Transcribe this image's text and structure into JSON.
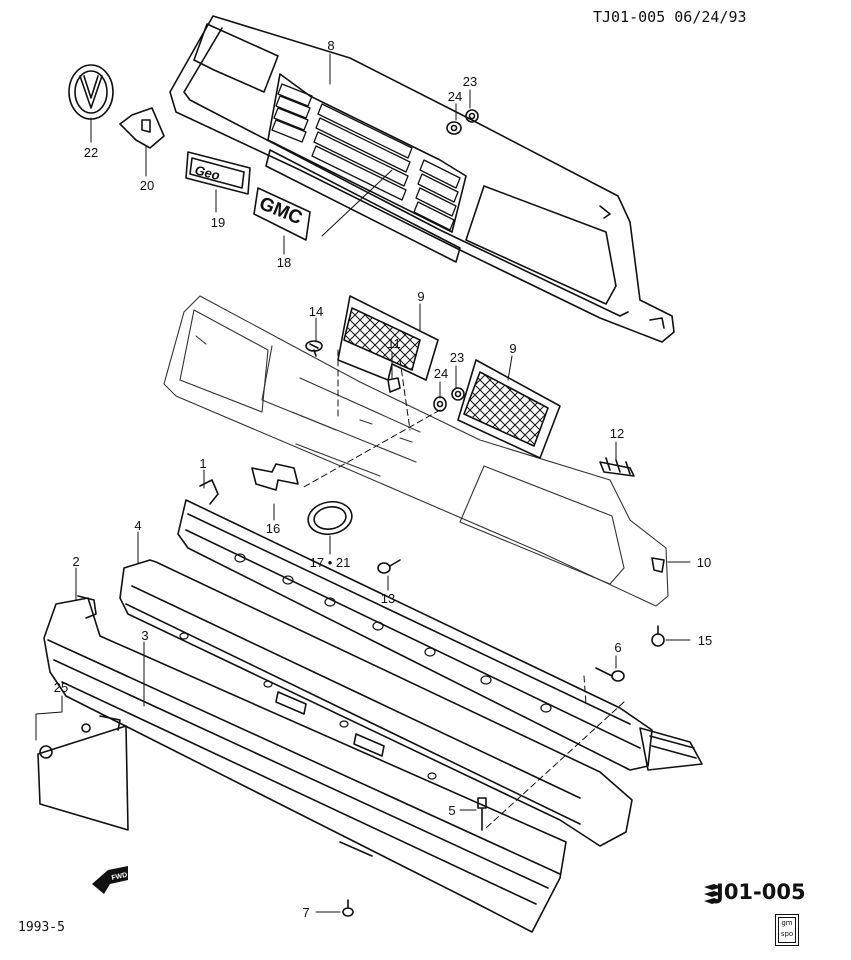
{
  "header": {
    "ref": "TJ01-005 06/24/93"
  },
  "footer": {
    "code": "J01-005",
    "year": "1993-5",
    "fwd": "FWD",
    "brand": [
      "gm",
      "spo"
    ]
  },
  "badges": {
    "geo_script": "Geo",
    "gmc": "GMC"
  },
  "callouts": [
    "1",
    "2",
    "3",
    "4",
    "5",
    "6",
    "7",
    "8",
    "9",
    "9",
    "10",
    "11",
    "12",
    "13",
    "14",
    "15",
    "16",
    "17 • 21",
    "18",
    "19",
    "20",
    "22",
    "23",
    "23",
    "24",
    "24",
    "25"
  ],
  "icons": [
    "suzuki-s-icon",
    "gm-spo-logo-icon",
    "fwd-arrow-icon"
  ],
  "colors": {
    "line": "#111111",
    "paper": "#ffffff"
  }
}
